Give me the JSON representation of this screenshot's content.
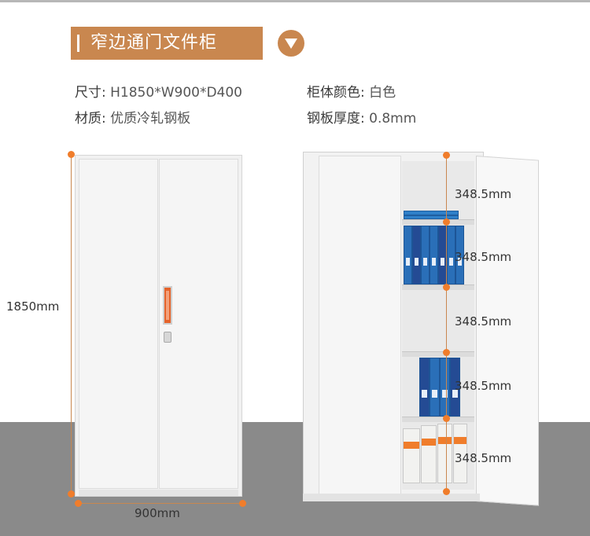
{
  "header": {
    "title": "窄边通门文件柜",
    "dropdown_icon": "triangle-down-icon"
  },
  "specs": [
    {
      "key": "尺寸:",
      "value": "H1850*W900*D400"
    },
    {
      "key": "柜体颜色:",
      "value": "白色"
    },
    {
      "key": "材质:",
      "value": "优质冷轧钢板"
    },
    {
      "key": "钢板厚度:",
      "value": "0.8mm"
    }
  ],
  "left_cabinet": {
    "height_label": "1850mm",
    "width_label": "900mm"
  },
  "right_cabinet": {
    "shelf_labels": [
      "348.5mm",
      "348.5mm",
      "348.5mm",
      "348.5mm",
      "348.5mm"
    ]
  },
  "colors": {
    "accent": "#c9874f",
    "dimension_dot": "#f07d2b",
    "handle": "#e5632b",
    "floor": "#8a8a8a",
    "binder": "#2a6fb8"
  }
}
